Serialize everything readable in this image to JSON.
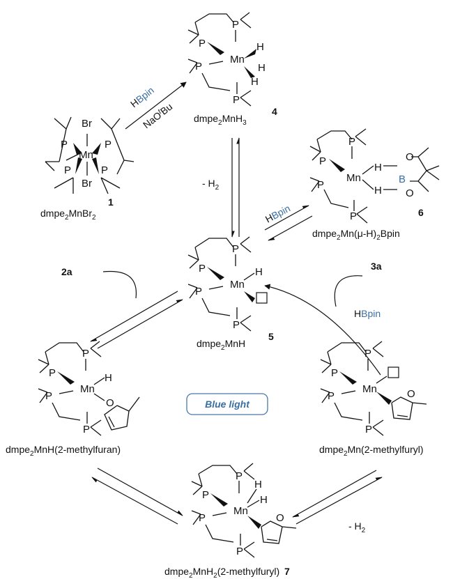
{
  "atoms": {
    "P": "P",
    "Mn": "Mn",
    "H": "H",
    "Br": "Br",
    "O": "O",
    "B": "B"
  },
  "reagents": {
    "hbpin_h": "H",
    "hbpin_bpin": "Bpin",
    "naotbu": "NaO",
    "naotbu_t": "t",
    "naotbu_bu": "Bu",
    "minus_h2": "- H",
    "two": "2",
    "hbpin_right_h": "H",
    "hbpin_right_bpin": "Bpin"
  },
  "labels": {
    "c1_prefix": "dmpe",
    "c1_rest": "MnBr",
    "c1_num": "1",
    "c4_prefix": "dmpe",
    "c4_rest": "MnH",
    "c4_num": "4",
    "c5_prefix": "dmpe",
    "c5_rest": "MnH",
    "c5_num": "5",
    "c6_prefix": "dmpe",
    "c6_rest": "Mn(μ-H)",
    "c6_tail": "Bpin",
    "c6_num": "6",
    "c7_prefix": "dmpe",
    "c7_rest": "MnH",
    "c7_tail": "(2-methylfuryl)",
    "c7_num": "7",
    "left_prefix": "dmpe",
    "left_rest": "MnH(2-methylfuran)",
    "right_prefix": "dmpe",
    "right_rest": "Mn(2-methylfuryl)",
    "sub2": "2",
    "sub3": "3",
    "reactant_2a": "2a",
    "product_3a": "3a"
  },
  "center_badge": "Blue light",
  "colors": {
    "ink": "#111111",
    "boron_blue": "#3a6fa3",
    "badge_border": "#4a78a6"
  }
}
